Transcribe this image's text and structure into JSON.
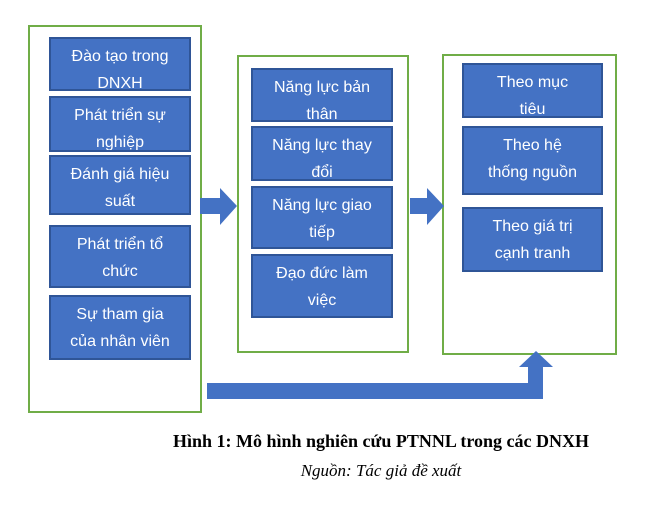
{
  "diagram": {
    "col1": [
      "Đào tạo trong\nDNXH",
      "Phát triển sự\nnghiệp",
      "Đánh giá hiệu\nsuất",
      "Phát triển tổ\nchức",
      "Sự tham gia\ncủa nhân viên"
    ],
    "col2": [
      "Năng lực bản\nthân",
      "Năng lực thay\nđổi",
      "Năng lực giao\ntiếp",
      "Đạo đức làm\nviệc"
    ],
    "col3": [
      "Theo mục\ntiêu",
      "Theo hệ\nthống nguồn",
      "Theo giá trị\ncạnh tranh"
    ]
  },
  "caption": {
    "title": "Hình 1: Mô hình nghiên cứu PTNNL trong các DNXH",
    "source": "Nguồn: Tác giả đề xuất"
  },
  "colors": {
    "box_fill": "#4472C4",
    "box_border": "#2F5597",
    "group_border": "#70AD47",
    "arrow": "#4472C4",
    "box_text": "#FFFFFF",
    "caption_text": "#000000"
  }
}
